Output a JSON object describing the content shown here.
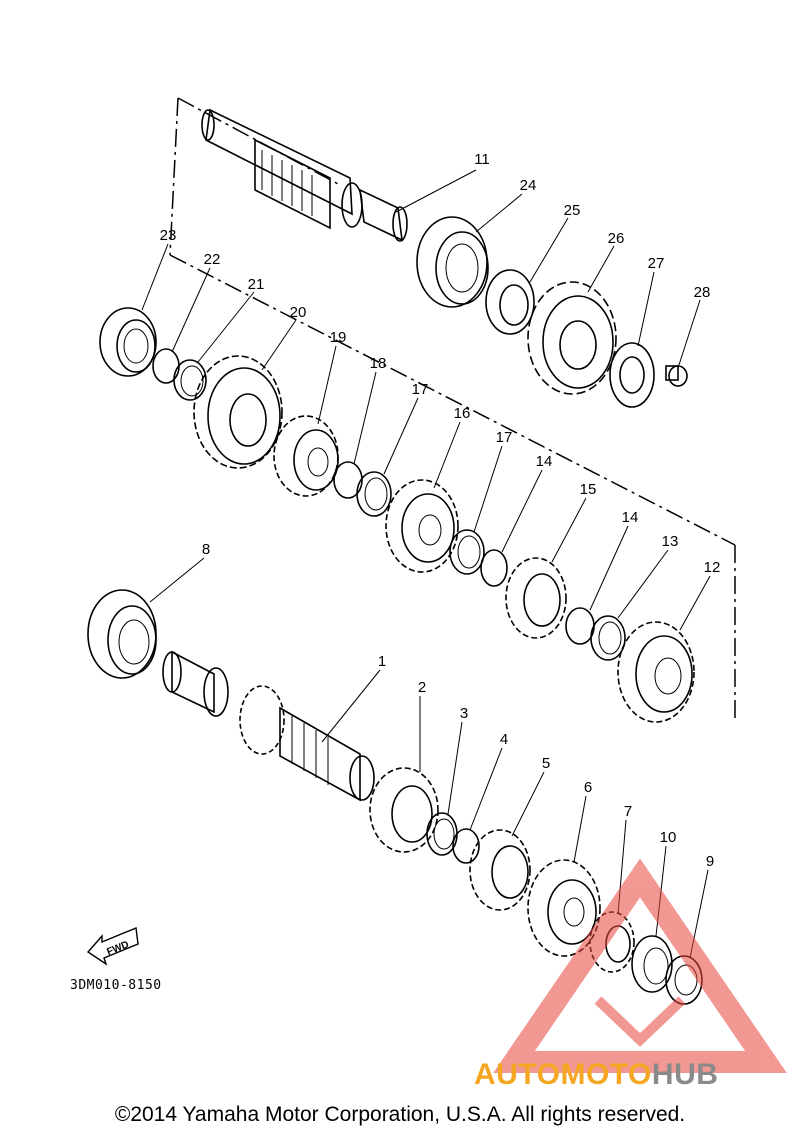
{
  "diagram": {
    "code": "3DM010-8150",
    "fwd_label": "FWD",
    "parts": [
      {
        "n": "1"
      },
      {
        "n": "2"
      },
      {
        "n": "3"
      },
      {
        "n": "4"
      },
      {
        "n": "5"
      },
      {
        "n": "6"
      },
      {
        "n": "7"
      },
      {
        "n": "8"
      },
      {
        "n": "9"
      },
      {
        "n": "10"
      },
      {
        "n": "11"
      },
      {
        "n": "12"
      },
      {
        "n": "13"
      },
      {
        "n": "14"
      },
      {
        "n": "15"
      },
      {
        "n": "16"
      },
      {
        "n": "17"
      },
      {
        "n": "18"
      },
      {
        "n": "19"
      },
      {
        "n": "20"
      },
      {
        "n": "21"
      },
      {
        "n": "22"
      },
      {
        "n": "23"
      },
      {
        "n": "24"
      },
      {
        "n": "25"
      },
      {
        "n": "26"
      },
      {
        "n": "27"
      },
      {
        "n": "28"
      },
      {
        "n": "17"
      },
      {
        "n": "14"
      }
    ]
  },
  "watermark": {
    "auto": "AUTO",
    "moto": "MOTO",
    "hub": "HUB",
    "colors": {
      "auto": "#f5a623",
      "moto": "#f5a623",
      "hub": "#8a8a8a",
      "triangle": "#e8453c"
    }
  },
  "footer": {
    "copyright": "©2014 Yamaha Motor Corporation, U.S.A. All rights reserved."
  }
}
